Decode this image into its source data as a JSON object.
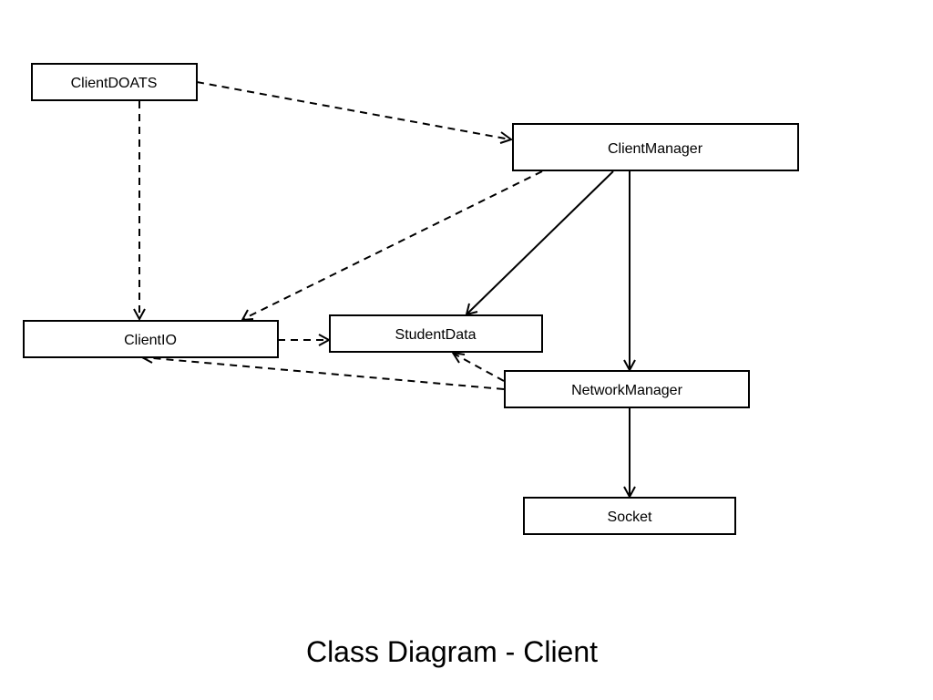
{
  "diagram": {
    "title": "Class Diagram - Client",
    "nodes": [
      {
        "id": "client-doats",
        "label": "ClientDOATS"
      },
      {
        "id": "client-manager",
        "label": "ClientManager"
      },
      {
        "id": "client-io",
        "label": "ClientIO"
      },
      {
        "id": "student-data",
        "label": "StudentData"
      },
      {
        "id": "network-manager",
        "label": "NetworkManager"
      },
      {
        "id": "socket",
        "label": "Socket"
      }
    ],
    "edges": [
      {
        "from": "client-doats",
        "to": "client-manager",
        "style": "dashed"
      },
      {
        "from": "client-doats",
        "to": "client-io",
        "style": "dashed"
      },
      {
        "from": "client-manager",
        "to": "client-io",
        "style": "dashed"
      },
      {
        "from": "client-manager",
        "to": "student-data",
        "style": "solid"
      },
      {
        "from": "client-manager",
        "to": "network-manager",
        "style": "solid"
      },
      {
        "from": "client-io",
        "to": "student-data",
        "style": "dashed"
      },
      {
        "from": "network-manager",
        "to": "client-io",
        "style": "dashed"
      },
      {
        "from": "network-manager",
        "to": "student-data",
        "style": "dashed"
      },
      {
        "from": "network-manager",
        "to": "socket",
        "style": "solid"
      }
    ]
  }
}
